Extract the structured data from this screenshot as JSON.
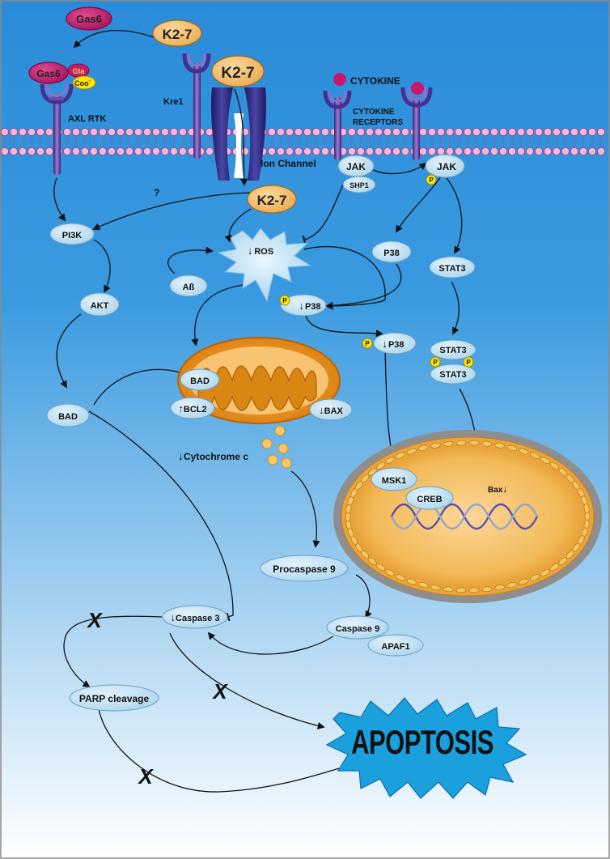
{
  "nodes": {
    "gas6_top": "Gas6",
    "gas6_bound": "Gas6",
    "gla": "Gla",
    "coo": "Coo",
    "coo_sup": "-",
    "k27_top": "K2-7",
    "k27_channel": "K2-7",
    "k27_inside": "K2-7",
    "cytokine": "CYTOKINE",
    "jak_left": "JAK",
    "shp1": "SHP1",
    "jak_right": "JAK",
    "pi3k": "PI3K",
    "akt": "AKT",
    "bad_left": "BAD",
    "bad_mito": "BAD",
    "bcl2": "BCL2",
    "bax_mito": "BAX",
    "ab": "Aß",
    "ros": "ROS",
    "p38_top": "P38",
    "p38_phos1": "P38",
    "p38_phos2": "P38",
    "stat3": "STAT3",
    "stat3_dimer_top": "STAT3",
    "stat3_dimer_bottom": "STAT3",
    "msk1": "MSK1",
    "creb": "CREB",
    "bax_gene": "Bax",
    "procaspase9": "Procaspase 9",
    "caspase9": "Caspase 9",
    "apaf1": "APAF1",
    "caspase3": "Caspase 3",
    "parp": "PARP cleavage",
    "apoptosis": "APOPTOSIS",
    "phos": "P"
  },
  "labels": {
    "axl": "AXL RTK",
    "kre1": "Kre1",
    "ion_channel": "Ion Channel",
    "cytokine_receptors_1": "CYTOKINE",
    "cytokine_receptors_2": "RECEPTORS",
    "cytochrome": "Cytochrome c",
    "question": "?",
    "down_arrow": "↓",
    "up_arrow": "↑",
    "block": "X"
  },
  "colors": {
    "background_top": "#2c8fdb",
    "background_bottom": "#ffffff",
    "node_fill": "#bfe0f2",
    "node_stroke": "#6a9fc0",
    "k27_fill": "#f4bd6c",
    "gas6_fill": "#c8186c",
    "phospho_fill": "#ffe600",
    "receptor": "#5a3a9c",
    "ion_channel": "#241f6b",
    "membrane_bead": "#f7b6dd",
    "mito_outer": "#e2870f",
    "nucleus_outer": "#e8a43c",
    "apoptosis_fill": "#1aa0dc"
  }
}
